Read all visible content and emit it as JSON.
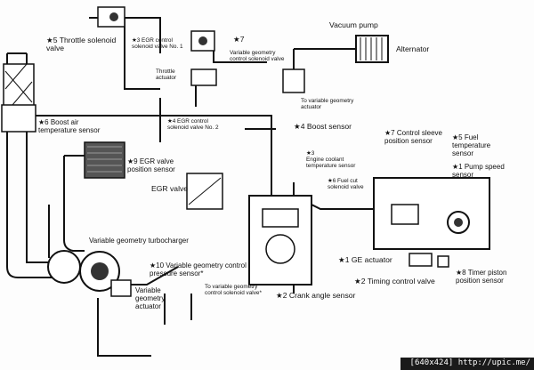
{
  "labels": {
    "throttle_solenoid": "★5 Throttle solenoid\nvalve",
    "egr_valve_no1": "★3  EGR control\n     solenoid valve No. 1",
    "star7_top": "★7",
    "throttle_actuator": "Throttle\nactuator",
    "vacuum_pump": "Vacuum pump",
    "alternator": "Alternator",
    "vg_solenoid": "Variable geometry\ncontrol solenoid valve",
    "to_vg_actuator": "To variable geometry\nactuator",
    "boost_air_temp": "★6  Boost air\n        temperature sensor",
    "egr_valve_no2": "★4  EGR control\n       solenoid valve No. 2",
    "boost_sensor": "★4 Boost sensor",
    "control_sleeve": "★7  Control sleeve\n       position sensor",
    "fuel_temp": "★5  Fuel\n       temperature\n       sensor",
    "pump_speed": "★1  Pump speed\n       sensor",
    "egr_pos": "★9  EGR valve\n       position sensor",
    "coolant_temp": "★3\n   Engine coolant\n   temperature sensor",
    "fuel_cut": "★6 Fuel cut\n   solenoid valve",
    "egr_valve": "EGR valve",
    "vg_turbo": "Variable geometry turbocharger",
    "vg_pressure": "★10  Variable geometry control\n          pressure sensor*",
    "to_vg_solenoid": "To variable geometry\ncontrol solenoid valve*",
    "vg_actuator": "Variable\ngeometry\nactuator",
    "ge_actuator": "★1  GE actuator",
    "timer_piston": "★8  Timer piston\n       position sensor",
    "timing_valve": "★2  Timing control valve",
    "crank_angle": "★2  Crank angle sensor"
  },
  "footer": "[640x424]   http://upic.me/"
}
